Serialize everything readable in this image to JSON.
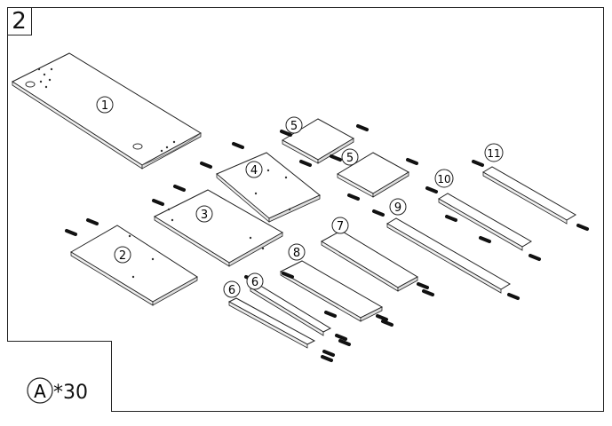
{
  "step_number": "2",
  "parts": [
    {
      "id": "part-1",
      "label": "1"
    },
    {
      "id": "part-2",
      "label": "2"
    },
    {
      "id": "part-3",
      "label": "3"
    },
    {
      "id": "part-4",
      "label": "4"
    },
    {
      "id": "part-5a",
      "label": "5"
    },
    {
      "id": "part-5b",
      "label": "5"
    },
    {
      "id": "part-6a",
      "label": "6"
    },
    {
      "id": "part-6b",
      "label": "6"
    },
    {
      "id": "part-7",
      "label": "7"
    },
    {
      "id": "part-8",
      "label": "8"
    },
    {
      "id": "part-9",
      "label": "9"
    },
    {
      "id": "part-10",
      "label": "10"
    },
    {
      "id": "part-11",
      "label": "11"
    }
  ],
  "hardware": {
    "letter": "A",
    "quantity": "*30"
  }
}
